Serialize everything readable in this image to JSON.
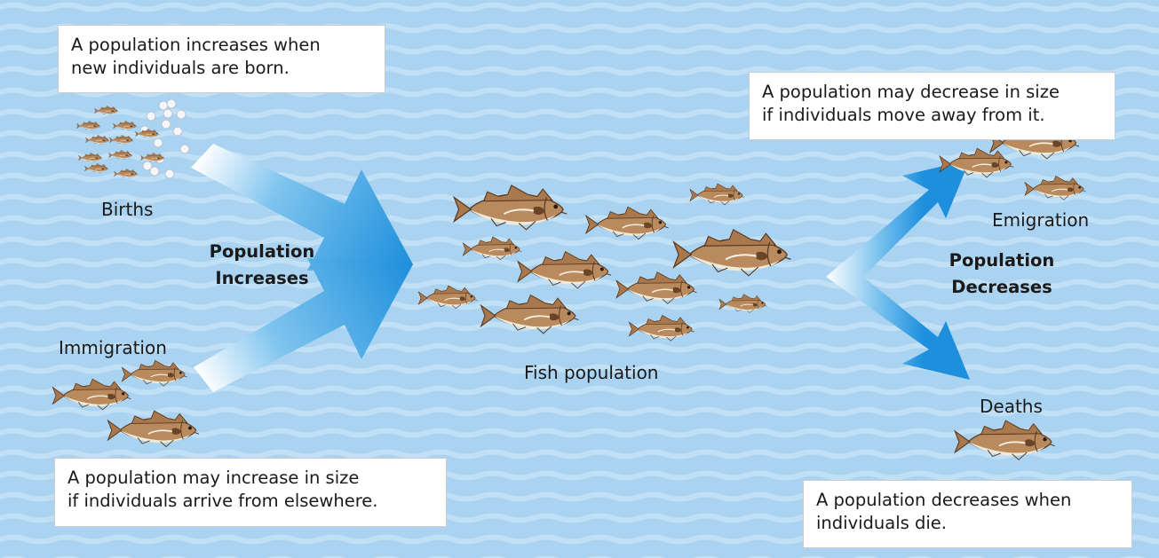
{
  "captions": {
    "births_note": [
      "A population increases when",
      "new individuals are born."
    ],
    "emigration_note": [
      "A population may decrease in size",
      "if individuals move away from it."
    ],
    "immigration_note": [
      "A population may increase in size",
      "if individuals arrive from elsewhere."
    ],
    "deaths_note": [
      "A population decreases when",
      "individuals die."
    ]
  },
  "labels": {
    "births": "Births",
    "immigration": "Immigration",
    "fish_population": "Fish population",
    "emigration": "Emigration",
    "deaths": "Deaths",
    "increases": [
      "Population",
      "Increases"
    ],
    "decreases": [
      "Population",
      "Decreases"
    ]
  },
  "colors": {
    "water": "#a9d3f1",
    "wave": "#c4e2f7",
    "arrow": "#1d8fdc",
    "fish_body": "#b98a5e",
    "fish_belly": "#f2ead8"
  }
}
